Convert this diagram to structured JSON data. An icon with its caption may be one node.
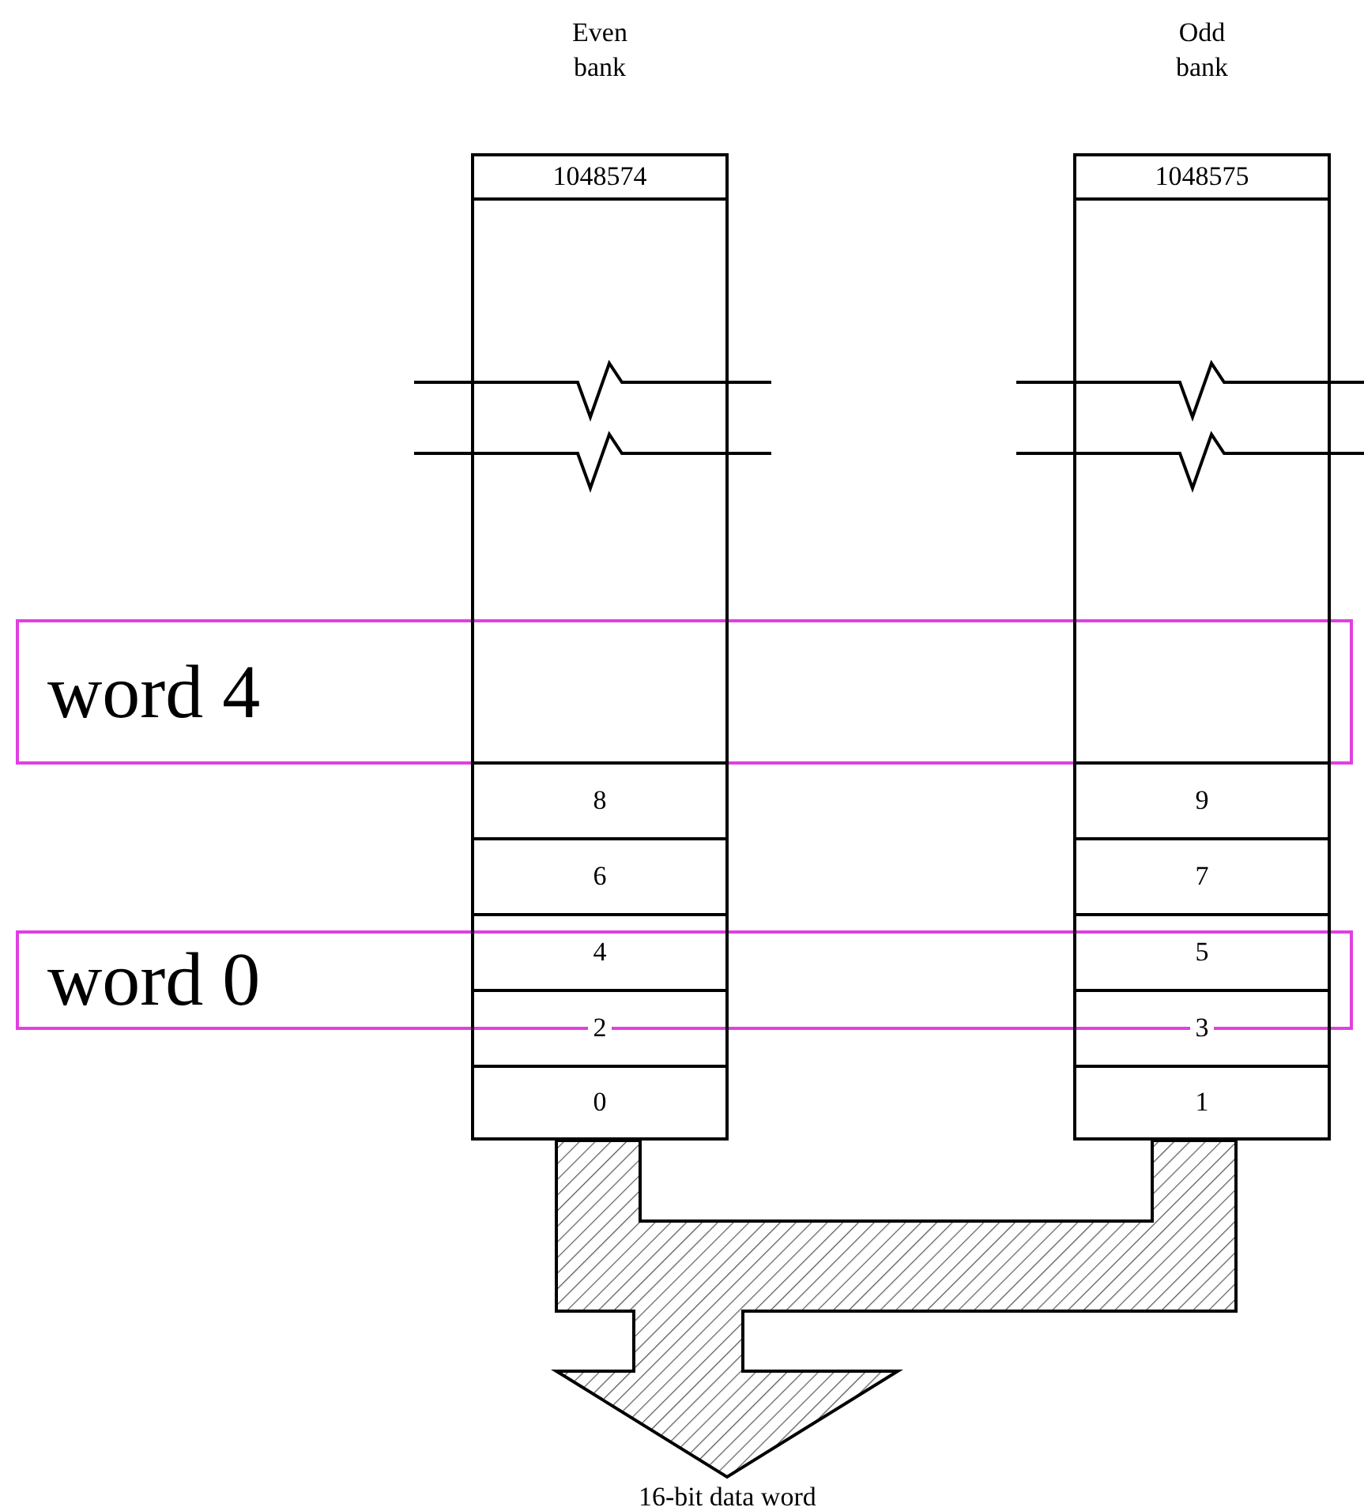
{
  "diagram": {
    "nodes": [
      {
        "text": [
          "Even bank"
        ]
      },
      {
        "text": [
          "1048574"
        ],
        "in": 0
      },
      {
        "text": [
          "8"
        ],
        "in": 0
      },
      {
        "text": [
          "6"
        ],
        "in": 0
      },
      {
        "text": [
          "4"
        ],
        "in": 0
      },
      {
        "text": [
          "2"
        ],
        "in": 0
      },
      {
        "text": [
          "0"
        ],
        "in": 0
      },
      {
        "text": [
          "Odd bank"
        ]
      },
      {
        "text": [
          "1048575"
        ],
        "in": 7
      },
      {
        "text": [
          "9"
        ],
        "in": 7
      },
      {
        "text": [
          "7"
        ],
        "in": 7
      },
      {
        "text": [
          "5"
        ],
        "in": 7
      },
      {
        "text": [
          "3"
        ],
        "in": 7
      },
      {
        "text": [
          "1"
        ],
        "in": 7
      },
      {
        "text": [
          "word 4"
        ]
      },
      {
        "text": [
          "word 0"
        ]
      },
      {
        "text": [
          "16-bit data word"
        ]
      }
    ],
    "edges": [
      {
        "from": 0,
        "to": 16,
        "arrow": "to"
      },
      {
        "from": 7,
        "to": 16,
        "arrow": "to"
      }
    ]
  }
}
